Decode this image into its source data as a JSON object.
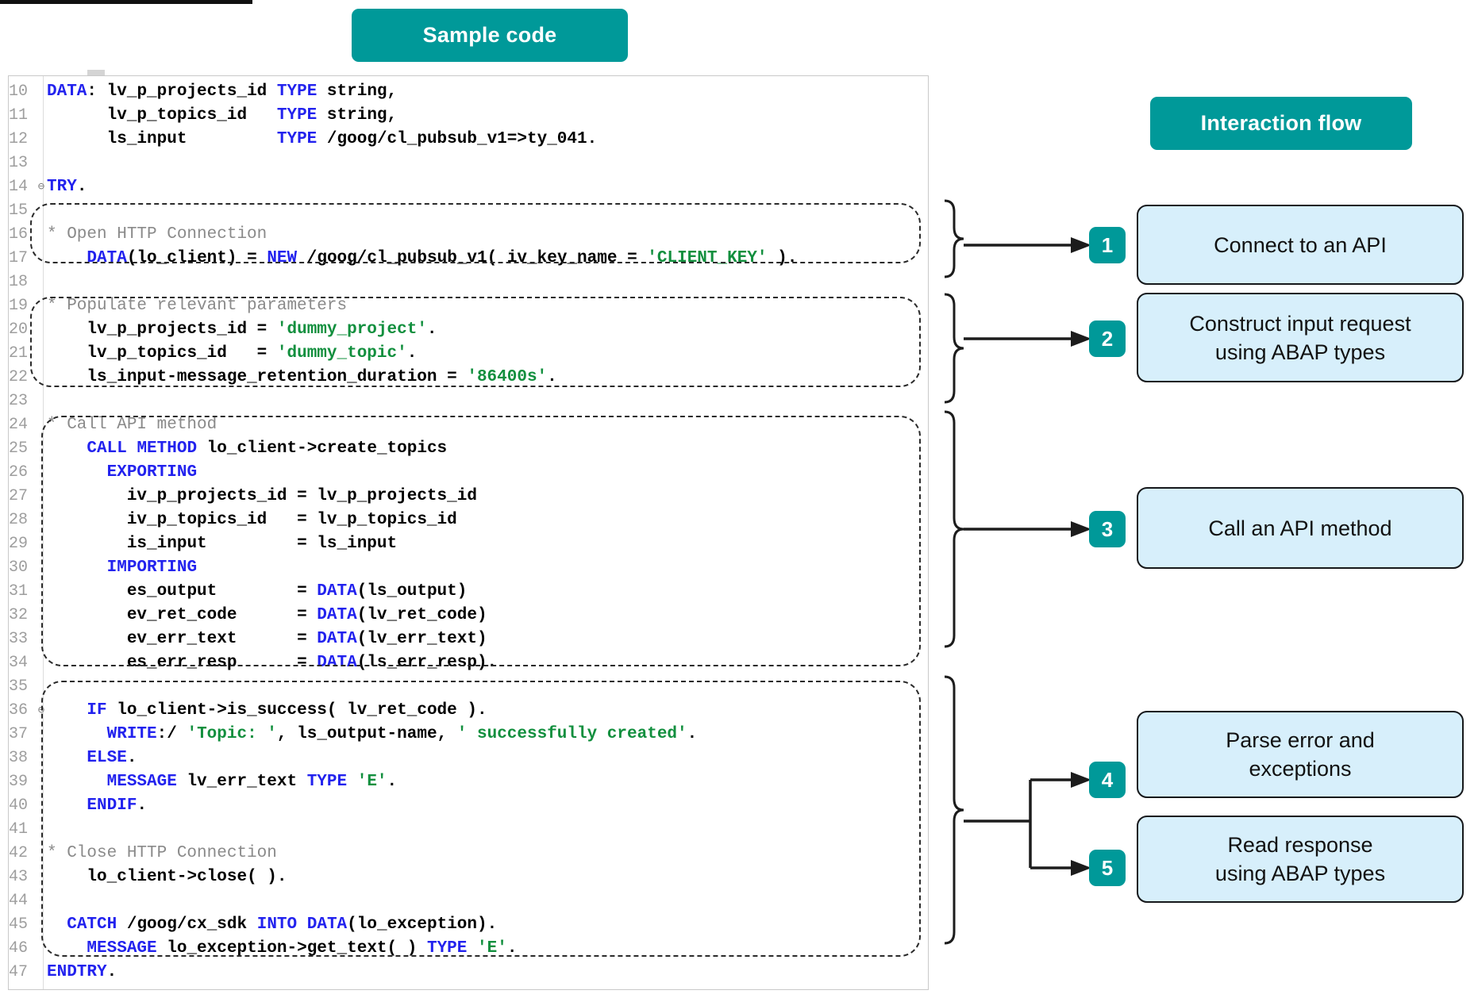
{
  "headers": {
    "sample_code": "Sample code",
    "interaction_flow": "Interaction flow"
  },
  "code": {
    "language": "ABAP",
    "first_line_number": 10,
    "lines": [
      {
        "num": "10",
        "fold": "",
        "text": "DATA: lv_p_projects_id TYPE string,"
      },
      {
        "num": "11",
        "fold": "",
        "text": "      lv_p_topics_id   TYPE string,"
      },
      {
        "num": "12",
        "fold": "",
        "text": "      ls_input         TYPE /goog/cl_pubsub_v1=>ty_041."
      },
      {
        "num": "13",
        "fold": "",
        "text": ""
      },
      {
        "num": "14",
        "fold": "⊖",
        "text": "TRY."
      },
      {
        "num": "15",
        "fold": "",
        "text": ""
      },
      {
        "num": "16",
        "fold": "",
        "text": "* Open HTTP Connection"
      },
      {
        "num": "17",
        "fold": "",
        "text": "    DATA(lo_client) = NEW /goog/cl_pubsub_v1( iv_key_name = 'CLIENT_KEY' )."
      },
      {
        "num": "18",
        "fold": "",
        "text": ""
      },
      {
        "num": "19",
        "fold": "",
        "text": "* Populate relevant parameters"
      },
      {
        "num": "20",
        "fold": "",
        "text": "    lv_p_projects_id = 'dummy_project'."
      },
      {
        "num": "21",
        "fold": "",
        "text": "    lv_p_topics_id   = 'dummy_topic'."
      },
      {
        "num": "22",
        "fold": "",
        "text": "    ls_input-message_retention_duration = '86400s'."
      },
      {
        "num": "23",
        "fold": "",
        "text": ""
      },
      {
        "num": "24",
        "fold": "",
        "text": "* Call API method"
      },
      {
        "num": "25",
        "fold": "",
        "text": "    CALL METHOD lo_client->create_topics"
      },
      {
        "num": "26",
        "fold": "",
        "text": "      EXPORTING"
      },
      {
        "num": "27",
        "fold": "",
        "text": "        iv_p_projects_id = lv_p_projects_id"
      },
      {
        "num": "28",
        "fold": "",
        "text": "        iv_p_topics_id   = lv_p_topics_id"
      },
      {
        "num": "29",
        "fold": "",
        "text": "        is_input         = ls_input"
      },
      {
        "num": "30",
        "fold": "",
        "text": "      IMPORTING"
      },
      {
        "num": "31",
        "fold": "",
        "text": "        es_output        = DATA(ls_output)"
      },
      {
        "num": "32",
        "fold": "",
        "text": "        ev_ret_code      = DATA(lv_ret_code)"
      },
      {
        "num": "33",
        "fold": "",
        "text": "        ev_err_text      = DATA(lv_err_text)"
      },
      {
        "num": "34",
        "fold": "",
        "text": "        es_err_resp      = DATA(ls_err_resp)."
      },
      {
        "num": "35",
        "fold": "",
        "text": ""
      },
      {
        "num": "36",
        "fold": "⊖",
        "text": "    IF lo_client->is_success( lv_ret_code )."
      },
      {
        "num": "37",
        "fold": "",
        "text": "      WRITE:/ 'Topic: ', ls_output-name, ' successfully created'."
      },
      {
        "num": "38",
        "fold": "",
        "text": "    ELSE."
      },
      {
        "num": "39",
        "fold": "",
        "text": "      MESSAGE lv_err_text TYPE 'E'."
      },
      {
        "num": "40",
        "fold": "",
        "text": "    ENDIF."
      },
      {
        "num": "41",
        "fold": "",
        "text": ""
      },
      {
        "num": "42",
        "fold": "",
        "text": "* Close HTTP Connection"
      },
      {
        "num": "43",
        "fold": "",
        "text": "    lo_client->close( )."
      },
      {
        "num": "44",
        "fold": "",
        "text": ""
      },
      {
        "num": "45",
        "fold": "",
        "text": "  CATCH /goog/cx_sdk INTO DATA(lo_exception)."
      },
      {
        "num": "46",
        "fold": "",
        "text": "    MESSAGE lo_exception->get_text( ) TYPE 'E'."
      },
      {
        "num": "47",
        "fold": "",
        "text": "ENDTRY."
      }
    ]
  },
  "flow": {
    "steps": [
      {
        "number": "1",
        "label": "Connect to an API"
      },
      {
        "number": "2",
        "label": "Construct input request\nusing ABAP types"
      },
      {
        "number": "3",
        "label": "Call an API method"
      },
      {
        "number": "4",
        "label": "Parse error and\nexceptions"
      },
      {
        "number": "5",
        "label": "Read response\nusing ABAP types"
      }
    ]
  },
  "colors": {
    "accent_teal": "#009999",
    "step_box_fill": "#d7effb",
    "step_box_border": "#16181b",
    "keyword_blue": "#2222ee",
    "string_green": "#128f3e",
    "comment_gray": "#8a8a8a",
    "gutter_gray": "#9e9e9e"
  }
}
